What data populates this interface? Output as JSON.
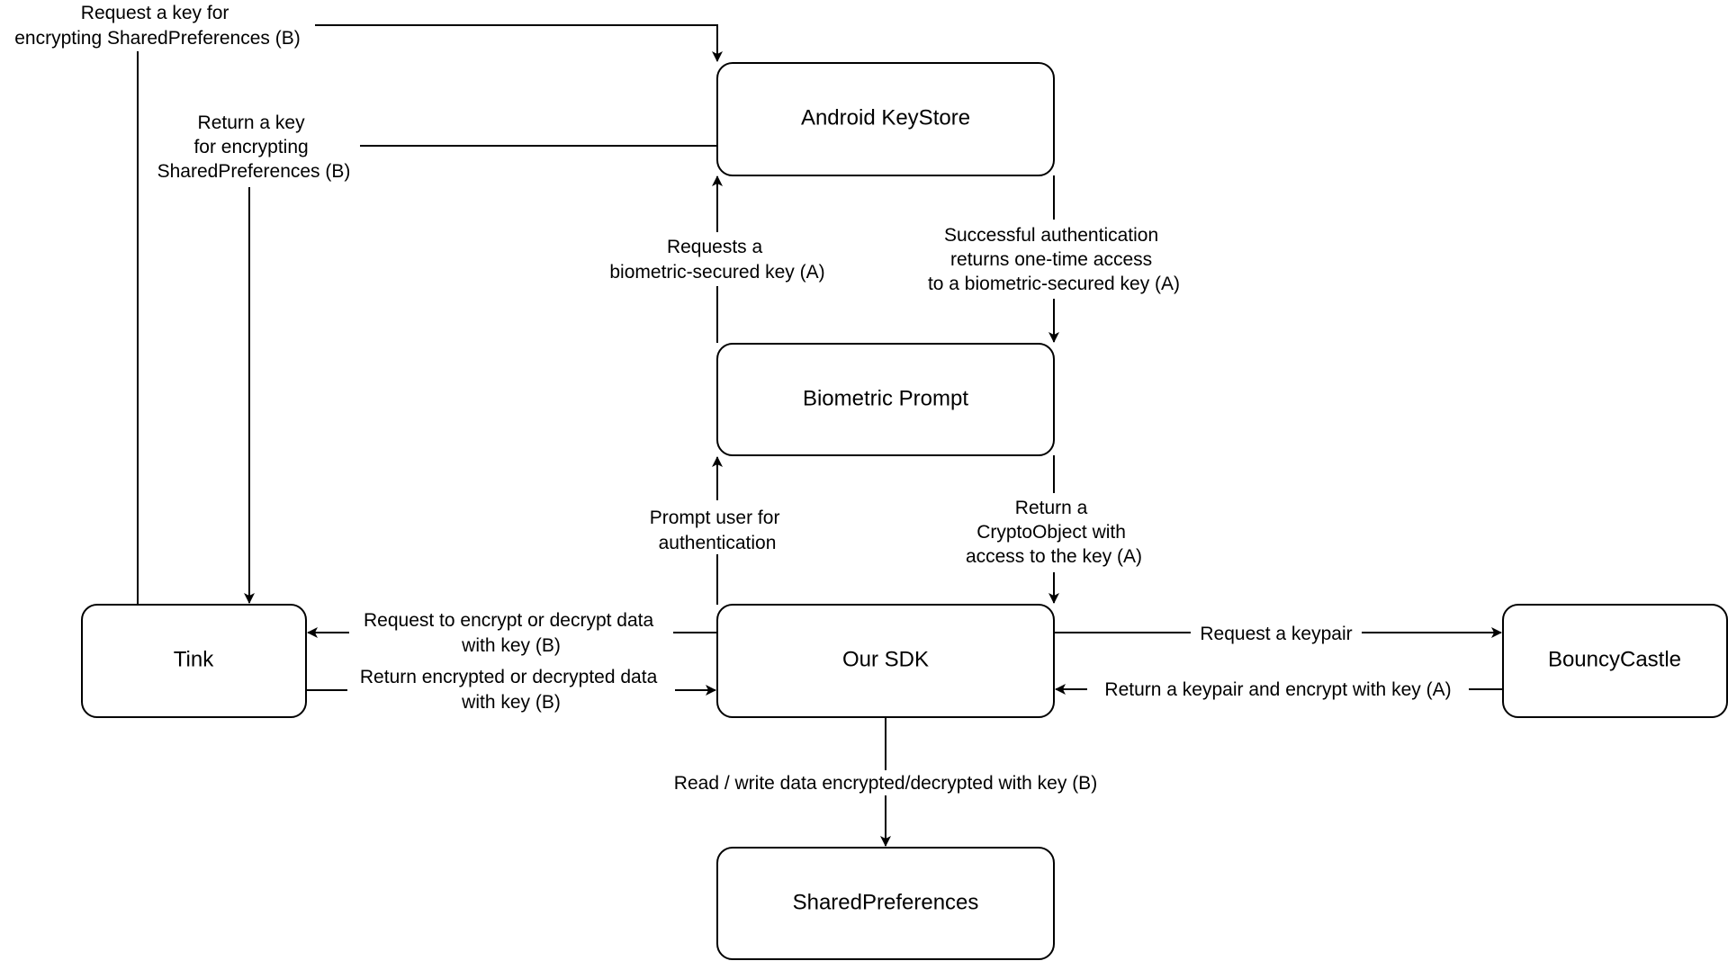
{
  "nodes": {
    "keystore": "Android KeyStore",
    "biometric": "Biometric Prompt",
    "sdk": "Our SDK",
    "tink": "Tink",
    "bouncycastle": "BouncyCastle",
    "sharedprefs": "SharedPreferences"
  },
  "edges": {
    "tink_request_key": [
      "Request a key for",
      "encrypting SharedPreferences (B)"
    ],
    "keystore_return_key": [
      "Return a key",
      "for encrypting",
      "SharedPreferences (B)"
    ],
    "biometric_requests_key": [
      "Requests a",
      "biometric-secured key (A)"
    ],
    "keystore_auth_success": [
      "Successful authentication",
      "returns one-time access",
      "to a biometric-secured key (A)"
    ],
    "sdk_prompt_user": [
      "Prompt user for",
      "authentication"
    ],
    "biometric_return_crypto": [
      "Return a",
      "CryptoObject with",
      "access to the key (A)"
    ],
    "sdk_request_encrypt": [
      "Request to encrypt or decrypt data",
      "with key (B)"
    ],
    "tink_return_encrypted": [
      "Return encrypted or decrypted data",
      "with key (B)"
    ],
    "sdk_request_keypair": [
      "Request a keypair"
    ],
    "bc_return_keypair": [
      "Return a keypair and encrypt with key (A)"
    ],
    "sdk_read_write": [
      "Read / write data encrypted/decrypted with key (B)"
    ]
  },
  "colors": {
    "stroke": "#000000",
    "background": "#ffffff"
  }
}
